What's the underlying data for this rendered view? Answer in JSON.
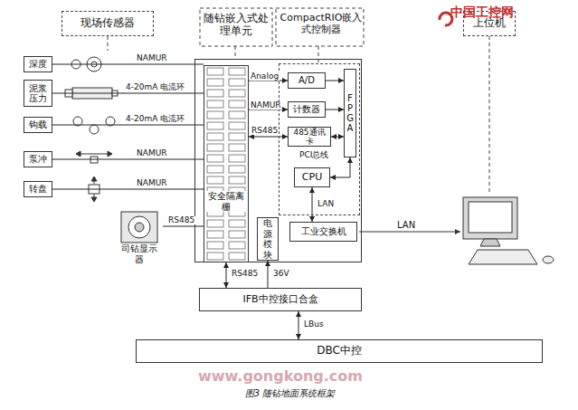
{
  "diagram": {
    "caption": "图3 随钻地面系统框架",
    "nodes": [
      {
        "text": [
          "现场传感器"
        ]
      },
      {
        "text": [
          "深度"
        ]
      },
      {
        "text": [
          "泥浆压力"
        ]
      },
      {
        "text": [
          "钩载"
        ]
      },
      {
        "text": [
          "泵冲"
        ]
      },
      {
        "text": [
          "转盘"
        ]
      },
      {
        "text": [
          "司钻显示器"
        ]
      },
      {
        "text": [
          "随钻嵌入式处理单元"
        ]
      },
      {
        "text": [
          "安全隔离栅"
        ],
        "in": 7
      },
      {
        "text": [
          "CompactRIO嵌入式控制器"
        ],
        "in": 7
      },
      {
        "text": [
          "A/D"
        ],
        "in": 9
      },
      {
        "text": [
          "计数器"
        ],
        "in": 9
      },
      {
        "text": [
          "485通讯卡"
        ],
        "in": 9
      },
      {
        "text": [
          "FPGA"
        ],
        "in": 9
      },
      {
        "text": [
          "CPU"
        ],
        "in": 9
      },
      {
        "text": [
          "电源模块"
        ],
        "in": 7
      },
      {
        "text": [
          "工业交换机"
        ],
        "in": 7
      },
      {
        "text": [
          "上位机"
        ]
      },
      {
        "text": [
          "IFB中控接口合盒"
        ]
      },
      {
        "text": [
          "DBC中控"
        ]
      }
    ],
    "edges": [
      {
        "from": 1,
        "to": 8,
        "label": "NAMUR",
        "arrow": "none"
      },
      {
        "from": 2,
        "to": 8,
        "label": "4-20mA 电流环",
        "arrow": "none"
      },
      {
        "from": 3,
        "to": 8,
        "label": "4-20mA 电流环",
        "arrow": "none"
      },
      {
        "from": 4,
        "to": 8,
        "label": "NAMUR",
        "arrow": "none"
      },
      {
        "from": 5,
        "to": 8,
        "label": "NAMUR",
        "arrow": "none"
      },
      {
        "from": 6,
        "to": 8,
        "label": "RS485",
        "arrow": "none"
      },
      {
        "from": 8,
        "to": 10,
        "label": "Analog",
        "arrow": "to"
      },
      {
        "from": 8,
        "to": 11,
        "label": "NAMUR",
        "arrow": "to"
      },
      {
        "from": 8,
        "to": 12,
        "label": "RS485",
        "arrow": "both"
      },
      {
        "from": 10,
        "to": 13,
        "arrow": "to"
      },
      {
        "from": 11,
        "to": 13,
        "arrow": "to"
      },
      {
        "from": 12,
        "to": 13,
        "arrow": "both"
      },
      {
        "from": 13,
        "to": 14,
        "label": "PCI总线",
        "arrow": "both"
      },
      {
        "from": 14,
        "to": 16,
        "label": "LAN",
        "arrow": "both"
      },
      {
        "from": 8,
        "to": 18,
        "label": "RS485",
        "arrow": "both"
      },
      {
        "from": 18,
        "to": 15,
        "label": "36V",
        "arrow": "to"
      },
      {
        "from": 18,
        "to": 19,
        "label": "LBus",
        "arrow": "both"
      }
    ],
    "labels": [
      "LAN",
      "中国工控网",
      "www.gongkong.com"
    ]
  }
}
